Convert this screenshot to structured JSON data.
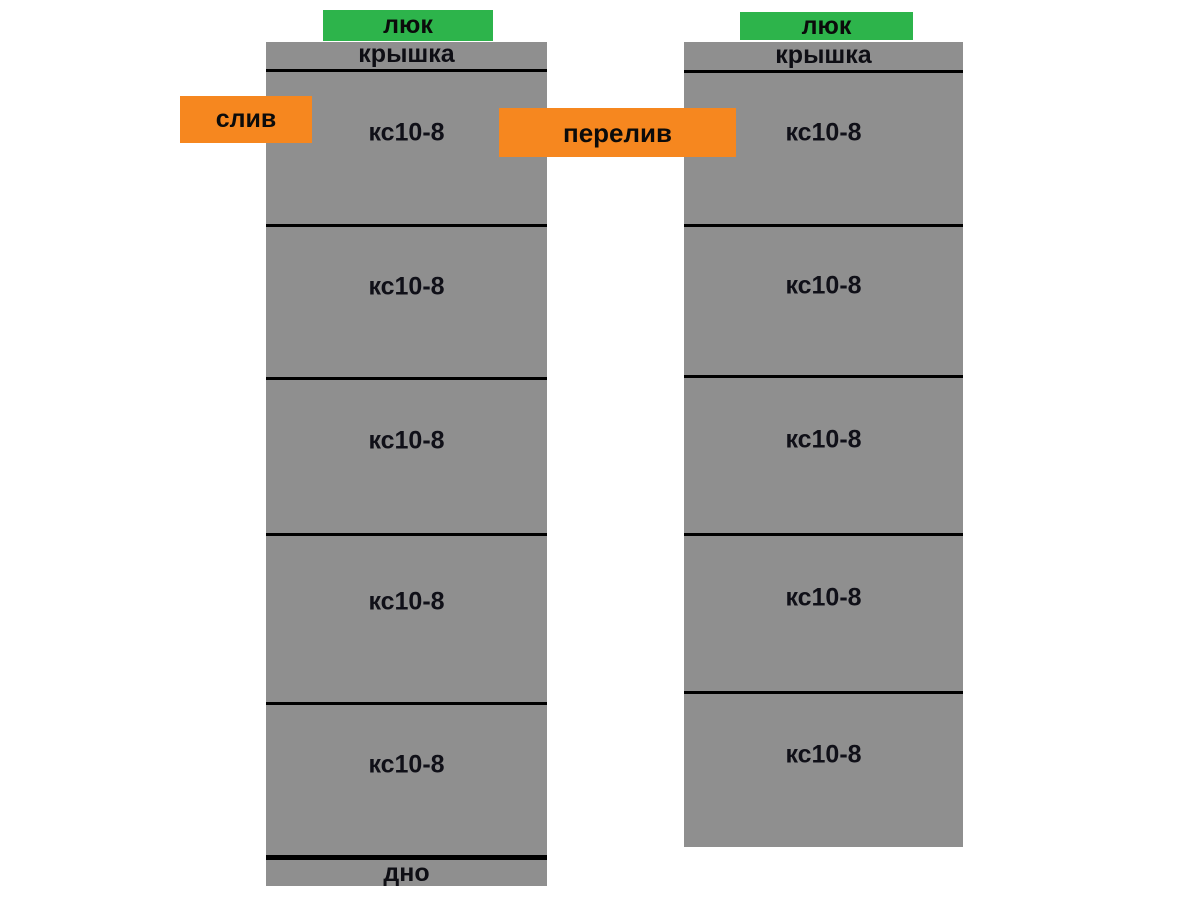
{
  "colors": {
    "ring_gray": "#8f8f8f",
    "hatch_green": "#2db44b",
    "tag_orange": "#f6871f",
    "line_black": "#000000"
  },
  "left_tank": {
    "hatch_label": "люк",
    "cover_label": "крышка",
    "rings": [
      {
        "label": "кс10-8"
      },
      {
        "label": "кс10-8"
      },
      {
        "label": "кс10-8"
      },
      {
        "label": "кс10-8"
      },
      {
        "label": "кс10-8"
      }
    ],
    "bottom_label": "дно"
  },
  "right_tank": {
    "hatch_label": "люк",
    "cover_label": "крышка",
    "rings": [
      {
        "label": "кс10-8"
      },
      {
        "label": "кс10-8"
      },
      {
        "label": "кс10-8"
      },
      {
        "label": "кс10-8"
      },
      {
        "label": "кс10-8"
      }
    ]
  },
  "connections": {
    "drain_label": "слив",
    "overflow_label": "перелив"
  }
}
